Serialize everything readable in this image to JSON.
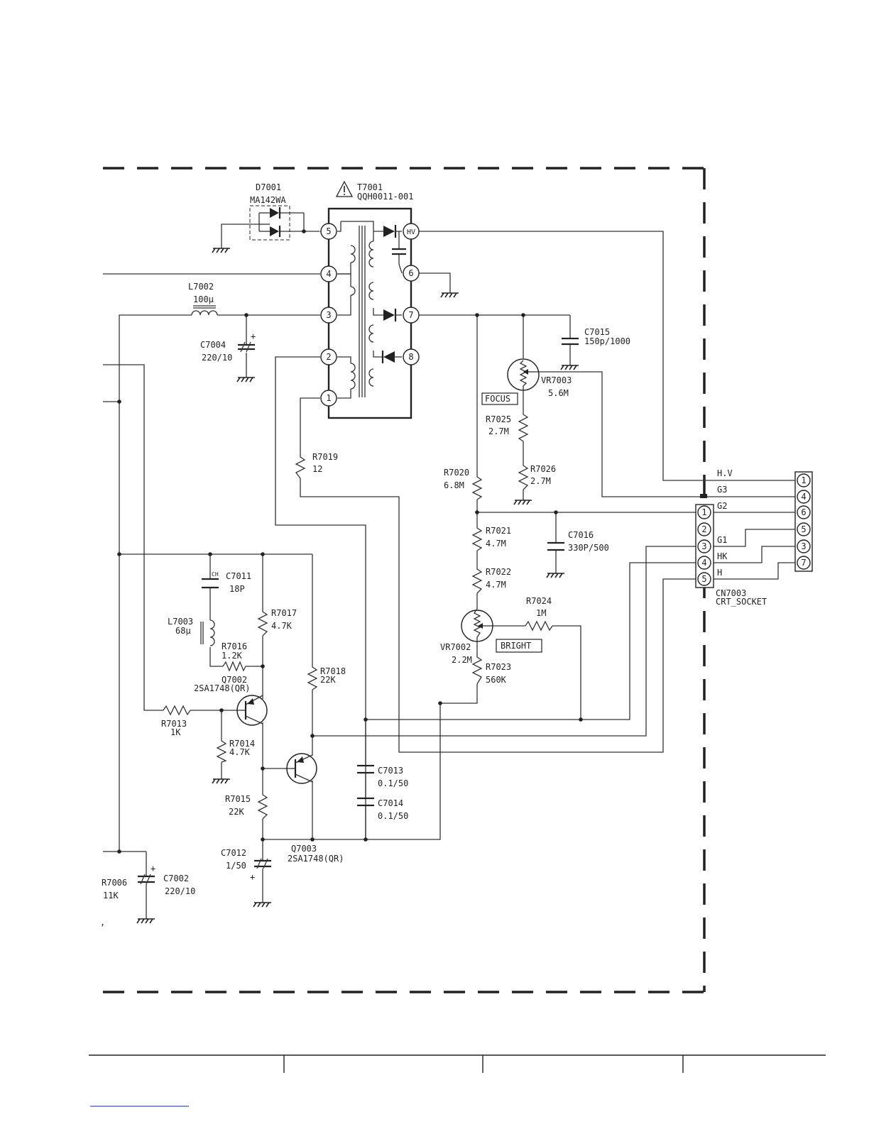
{
  "transformer": {
    "ref": "T7001",
    "part": "QQH0011-001",
    "pins": [
      "5",
      "4",
      "3",
      "2",
      "1",
      "HV",
      "6",
      "7",
      "8"
    ]
  },
  "diode_d7001": {
    "ref": "D7001",
    "part": "MA142WA"
  },
  "inductor_l7002": {
    "ref": "L7002",
    "value": "100µ"
  },
  "cap_c7004": {
    "ref": "C7004",
    "value": "220/10"
  },
  "cap_c7015": {
    "ref": "C7015",
    "value": "150p/1000"
  },
  "vr7003": {
    "ref": "VR7003",
    "value": "5.6M",
    "tag": "FOCUS"
  },
  "r7025": {
    "ref": "R7025",
    "value": "2.7M"
  },
  "r7026": {
    "ref": "R7026",
    "value": "2.7M"
  },
  "r7019": {
    "ref": "R7019",
    "value": "12"
  },
  "r7020": {
    "ref": "R7020",
    "value": "6.8M"
  },
  "r7021": {
    "ref": "R7021",
    "value": "4.7M"
  },
  "r7022": {
    "ref": "R7022",
    "value": "4.7M"
  },
  "c7016": {
    "ref": "C7016",
    "value": "330P/500"
  },
  "r7024": {
    "ref": "R7024",
    "value": "1M"
  },
  "vr7002": {
    "ref": "VR7002",
    "value": "2.2M",
    "tag": "BRIGHT"
  },
  "r7023": {
    "ref": "R7023",
    "value": "560K"
  },
  "c7011": {
    "ref": "C7011",
    "value": "18P",
    "mark": "CH"
  },
  "l7003": {
    "ref": "L7003",
    "value": "68µ"
  },
  "r7017": {
    "ref": "R7017",
    "value": "4.7K"
  },
  "r7016": {
    "ref": "R7016",
    "value": "1.2K"
  },
  "q7002": {
    "ref": "Q7002",
    "part": "2SA1748(QR)"
  },
  "r7018": {
    "ref": "R7018",
    "value": "22K"
  },
  "r7013": {
    "ref": "R7013",
    "value": "1K"
  },
  "r7014": {
    "ref": "R7014",
    "value": "4.7K"
  },
  "r7015": {
    "ref": "R7015",
    "value": "22K"
  },
  "c7013": {
    "ref": "C7013",
    "value": "0.1/50"
  },
  "c7014": {
    "ref": "C7014",
    "value": "0.1/50"
  },
  "c7012": {
    "ref": "C7012",
    "value": "1/50"
  },
  "q7003": {
    "ref": "Q7003",
    "part": "2SA1748(QR)"
  },
  "r7006": {
    "ref": "R7006",
    "value": "11K"
  },
  "c7002": {
    "ref": "C7002",
    "value": "220/10"
  },
  "connector": {
    "ref": "CN7003",
    "name": "CRT_SOCKET",
    "signals": [
      "H.V",
      "G3",
      "G2",
      "G1",
      "HK",
      "H"
    ],
    "socket_pins": [
      "1",
      "2",
      "3",
      "4",
      "5"
    ],
    "plug_pins": [
      "1",
      "4",
      "6",
      "5",
      "3",
      "7"
    ]
  },
  "polarity_mark": "+",
  "stray_mark": ","
}
